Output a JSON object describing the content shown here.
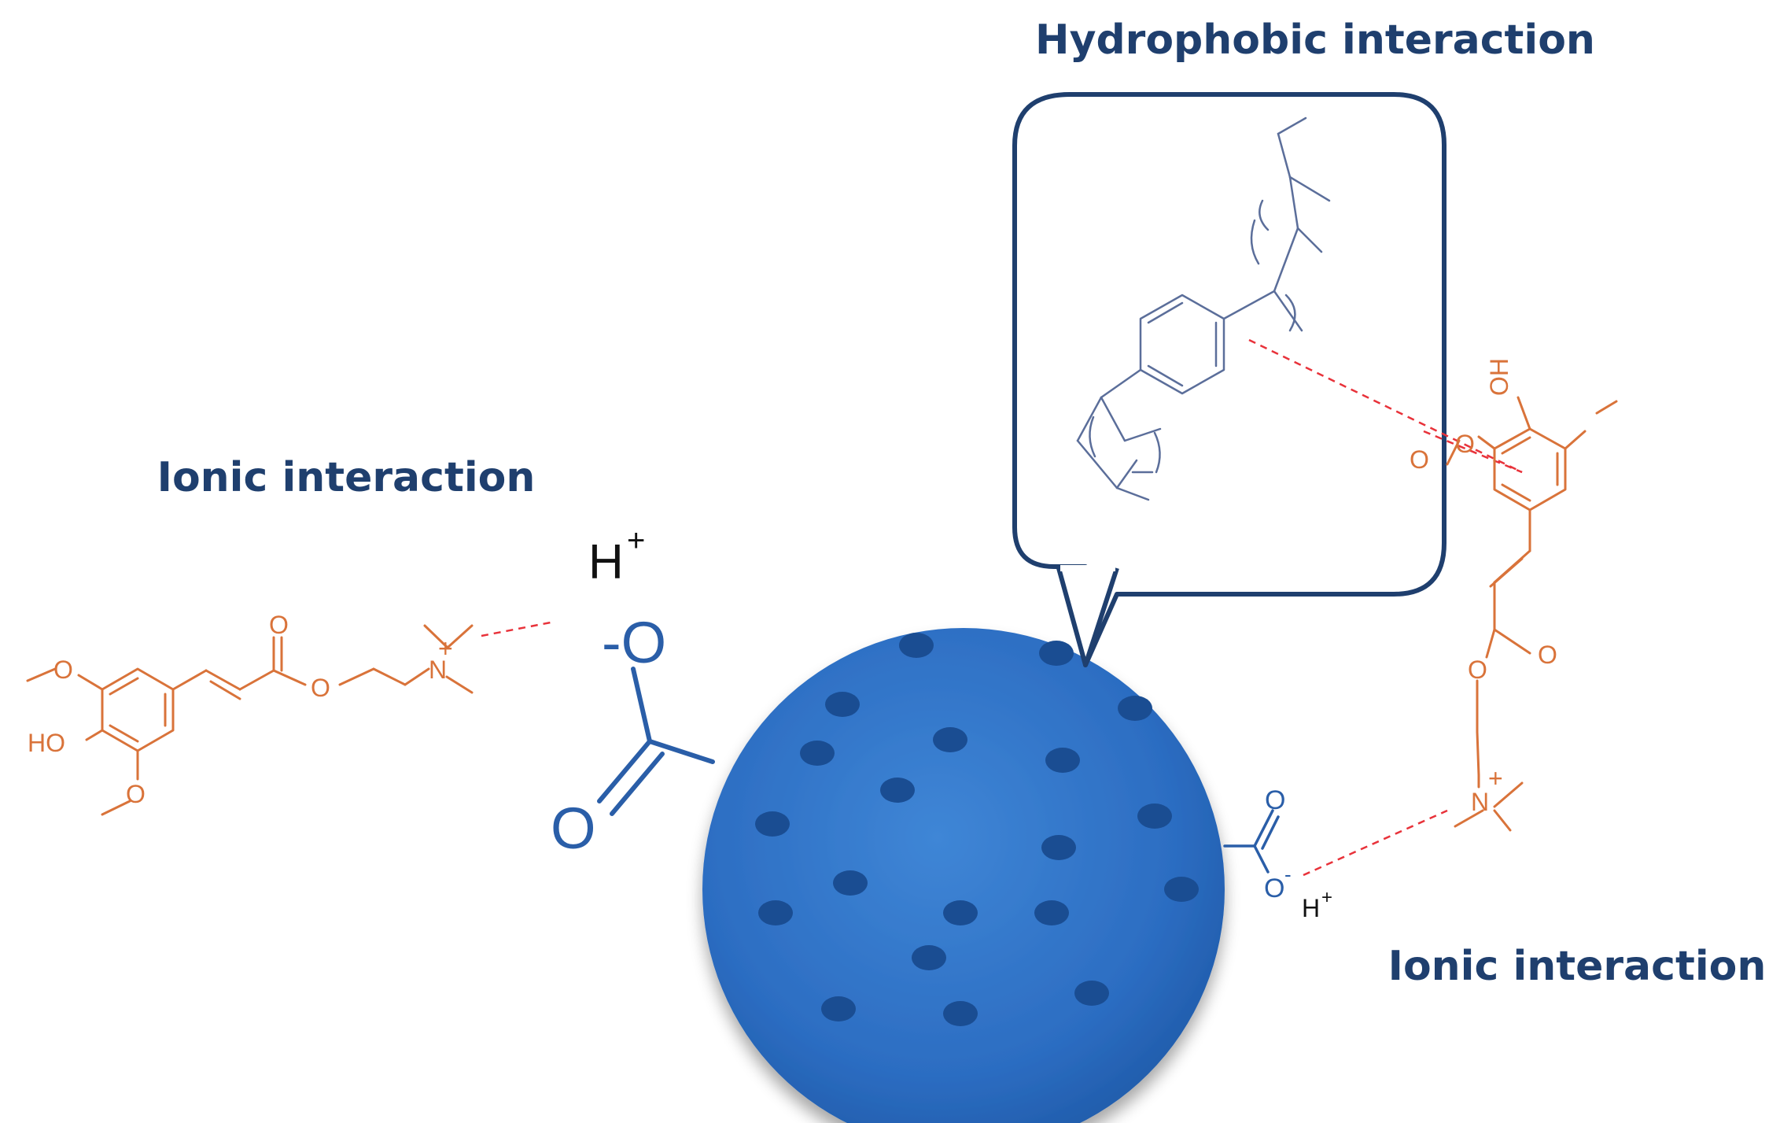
{
  "labels": {
    "hydrophobic": "Hydrophobic interaction",
    "ionic_left": "Ionic interaction",
    "ionic_right": "Ionic interaction"
  },
  "charges": {
    "proton_left": "H",
    "proton_left_sup": "+",
    "oxygen_minus_left": "-O",
    "oxygen_double_left": "O",
    "proton_right": "H",
    "proton_right_sup": "+",
    "oxygen_minus_right": "O",
    "oxygen_minus_right_sup": "-",
    "oxygen_double_right": "O"
  },
  "left_molecule": {
    "o_methoxy_top": "O",
    "ho_group": "HO",
    "o_methoxy_bottom": "O",
    "o_carbonyl": "O",
    "o_ester": "O",
    "n_atom": "N",
    "n_charge": "+"
  },
  "right_molecule": {
    "oh_group": "OH",
    "o_methoxy_a": "O",
    "o_methoxy_b": "O",
    "o_ester": "O",
    "o_carbonyl": "O",
    "n_atom": "N",
    "n_charge": "+"
  },
  "colors": {
    "heading": "#1f3f6e",
    "molecule": "#d9733a",
    "particle": "#2e6fc4",
    "pores": "#1a4d92",
    "interaction_line": "#e8323a",
    "callout_border": "#1f3f6e"
  }
}
